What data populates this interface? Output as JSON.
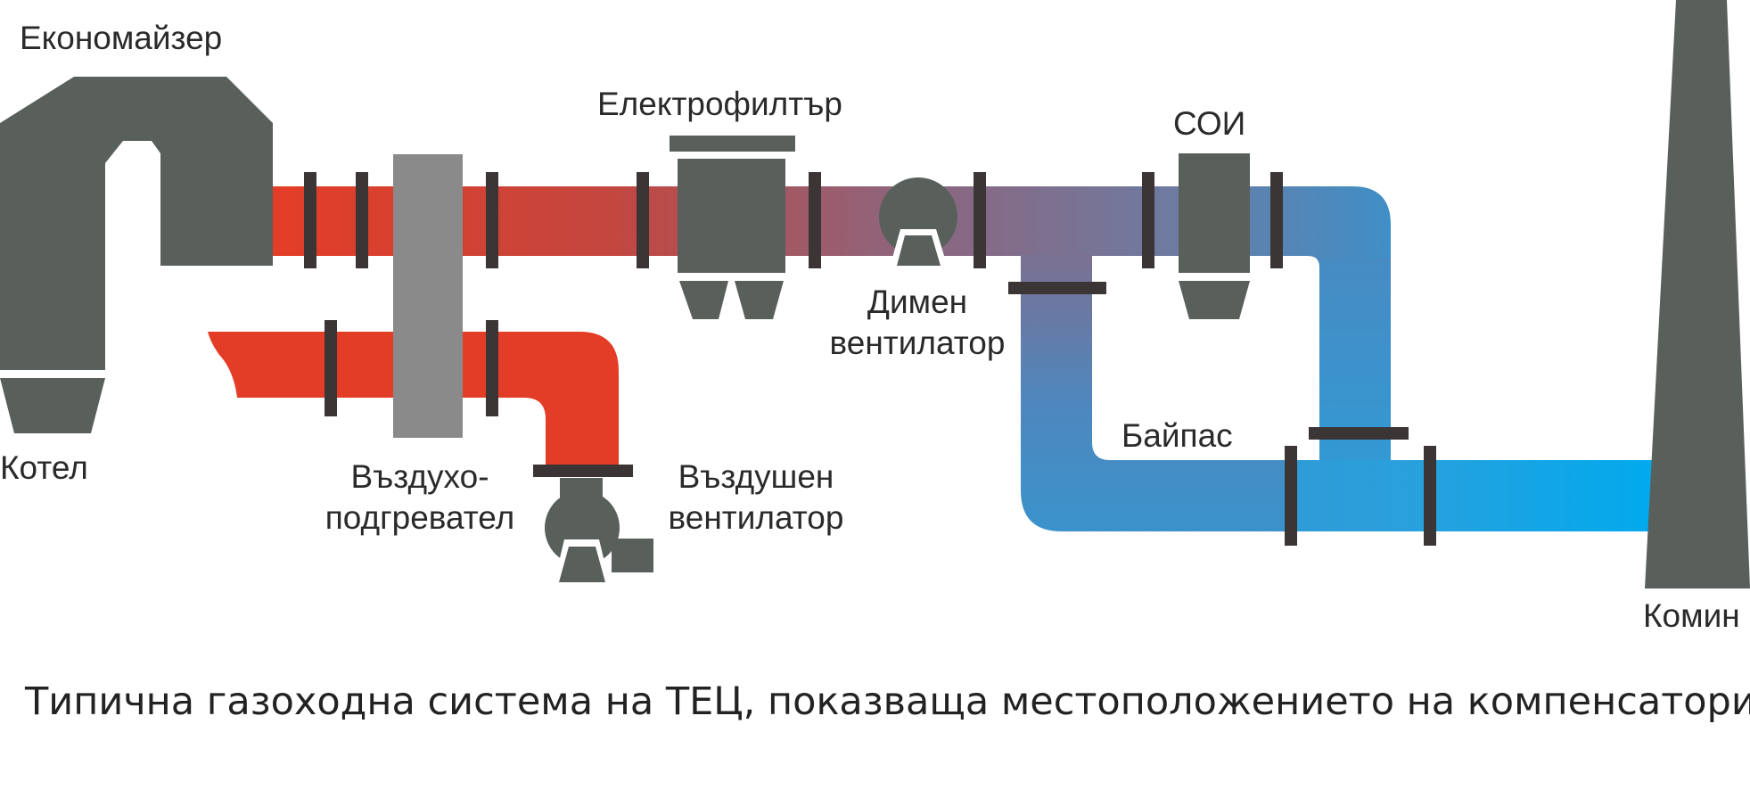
{
  "labels": {
    "economizer": "Економайзер",
    "boiler": "Котел",
    "air_heater": "Въздухо-\nподгревател",
    "electrofilter": "Електрофилтър",
    "flue_fan": "Димен\nвентилатор",
    "air_fan": "Въздушен\nвентилатор",
    "fgd": "СОИ",
    "bypass": "Байпас",
    "stack": "Комин"
  },
  "caption": "Типична газоходна система на ТЕЦ, показваща местоположението на компенсаторите.",
  "colors": {
    "equipment": "#59605c",
    "flange": "#3b3536",
    "air_heater": "#8a8a8a",
    "hot_gas": "#e43d27",
    "mid_gas": "#8c6479",
    "cool_gas": "#1aa8e8",
    "clean_gas": "#00aaee",
    "text": "#2a2a2a"
  }
}
